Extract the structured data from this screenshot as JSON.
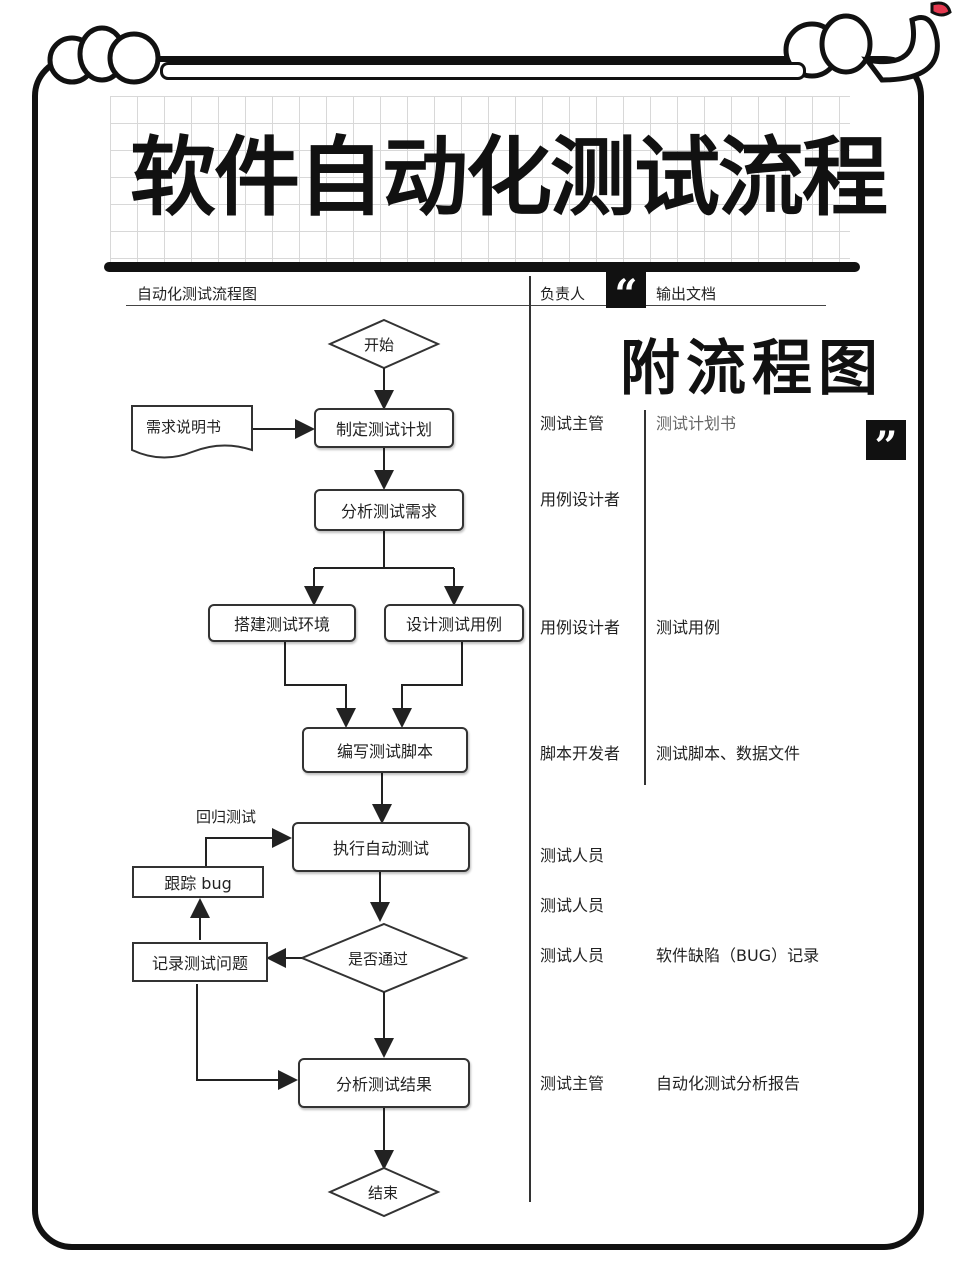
{
  "title": "软件自动化测试流程",
  "appendix_label": "附流程图",
  "table_header": {
    "col_flow": "自动化测试流程图",
    "col_owner": "负责人",
    "col_output": "输出文档"
  },
  "flow": {
    "start": "开始",
    "requirements_doc": "需求说明书",
    "make_plan": "制定测试计划",
    "analyze_req": "分析测试需求",
    "setup_env": "搭建测试环境",
    "design_cases": "设计测试用例",
    "write_scripts": "编写测试脚本",
    "regression": "回归测试",
    "execute_auto": "执行自动测试",
    "track_bug": "跟踪 bug",
    "record_issues": "记录测试问题",
    "pass_check": "是否通过",
    "analyze_results": "分析测试结果",
    "end": "结束"
  },
  "owners": [
    "测试主管",
    "用例设计者",
    "用例设计者",
    "脚本开发者",
    "测试人员",
    "测试人员",
    "测试人员",
    "测试主管"
  ],
  "outputs": [
    "测试计划书",
    "测试用例",
    "测试脚本、数据文件",
    "软件缺陷（BUG）记录",
    "自动化测试分析报告"
  ],
  "quote_open": "“",
  "quote_close": "”"
}
